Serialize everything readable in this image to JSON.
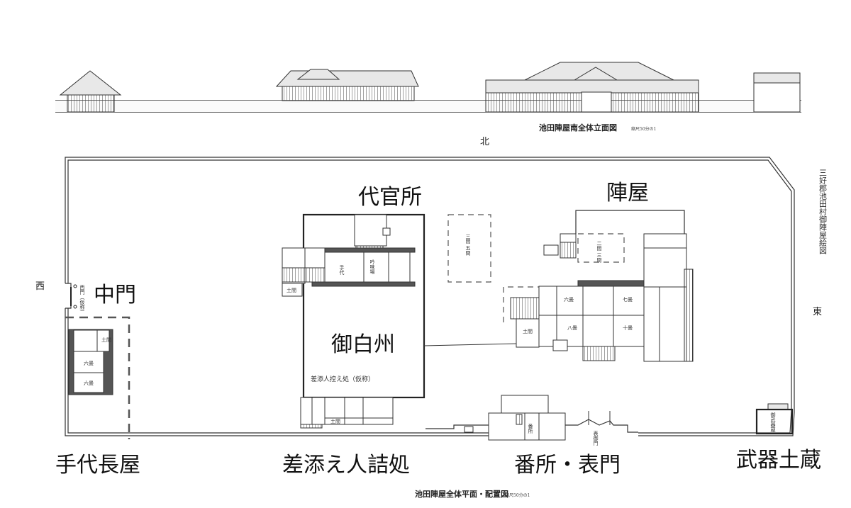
{
  "elevation": {
    "title": "池田陣屋南全体立面図",
    "scale": "縮尺50分の1"
  },
  "plan": {
    "title": "池田陣屋全体平面・配置図",
    "scale": "縮尺50分の1",
    "side_title": "三好郡池田村御陣屋絵図",
    "directions": {
      "north": "北",
      "west": "西",
      "east": "東"
    },
    "areas": {
      "daikansho": "代官所",
      "jinya": "陣屋",
      "nakamon": "中門",
      "oshirasu": "御白州",
      "tedai_nagaya": "手代長屋",
      "sashisoenin": "差添え人詰処",
      "bansho_omotemon": "番所・表門",
      "buki_dozo": "武器土蔵"
    },
    "small_labels": {
      "nishimon": "西門（仮称）",
      "hikaedokoro": "差添人控え処（仮称）",
      "doma": "土間",
      "rokujo": "六畳",
      "tedai": "手代",
      "ginmiba": "吟味場",
      "hachijo": "八畳",
      "nanajo": "七畳",
      "jujo": "十畳",
      "rokujo2": "六畳",
      "kome_koya": "三間 五間",
      "nikan": "二間 三間",
      "omotemon": "表御門",
      "bansho": "番所",
      "bukigura": "御武器蔵"
    }
  }
}
